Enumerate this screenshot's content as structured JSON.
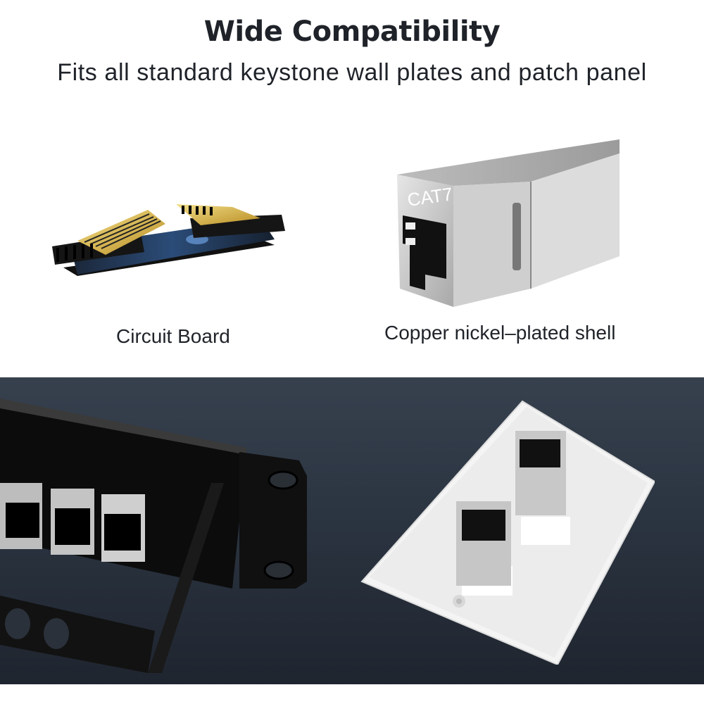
{
  "header": {
    "title": "Wide Compatibility",
    "subtitle": "Fits all standard keystone wall plates and patch panel"
  },
  "features": [
    {
      "label": "Circuit Board",
      "image": "circuit-board"
    },
    {
      "label": "Copper nickel–plated shell",
      "image": "cat7-coupler",
      "marking": "CAT7"
    }
  ],
  "scene": {
    "images": [
      "patch-panel",
      "wall-plate"
    ],
    "background_top": "#37414e",
    "background_bottom": "#1f252f"
  },
  "colors": {
    "text": "#1f2329",
    "gold": "#d9b44a",
    "metal": "#c9c9c9",
    "board": "#1a2a44"
  }
}
